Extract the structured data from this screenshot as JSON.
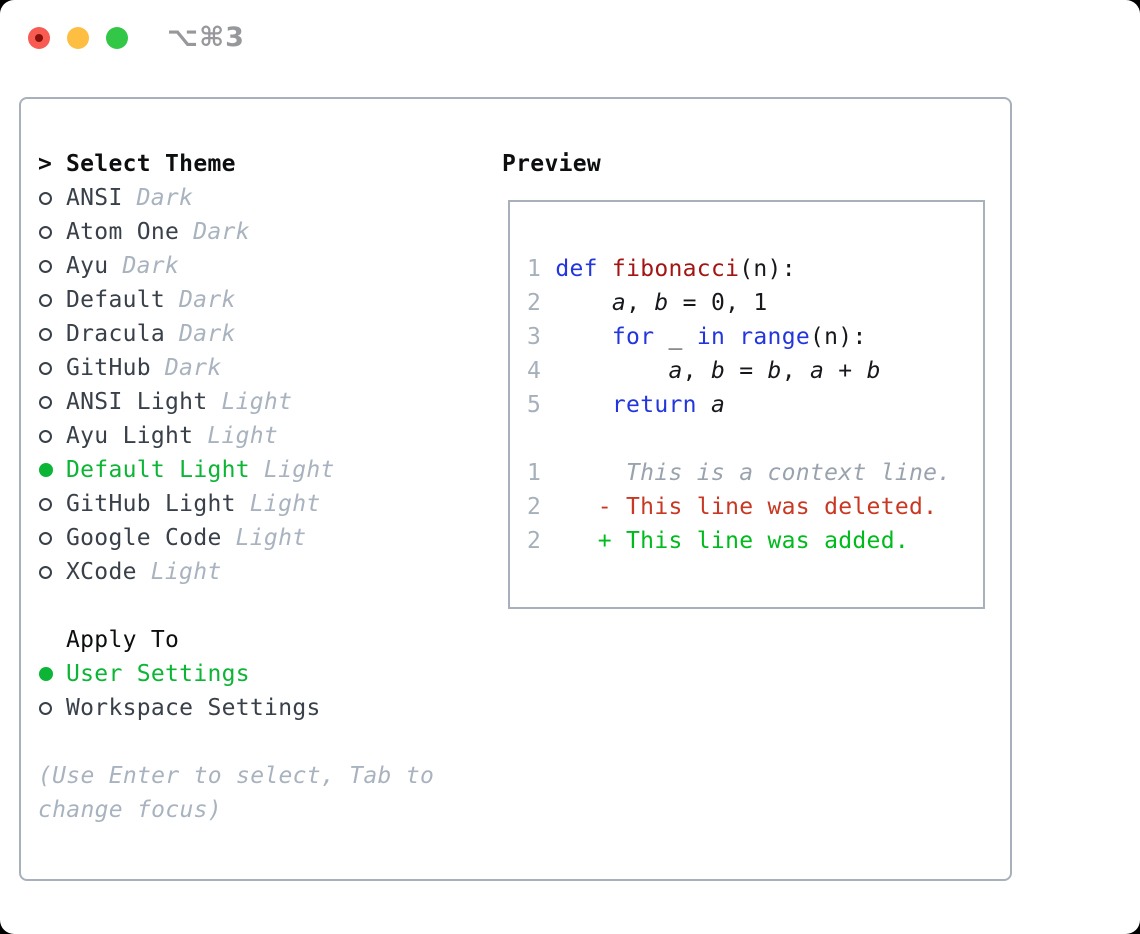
{
  "titlebar": {
    "title": "⌥⌘3"
  },
  "colors": {
    "accent_green": "#0cb535",
    "added_green": "#00bb1d",
    "deleted_red": "#c83823",
    "keyword_blue": "#2336dd",
    "function_red": "#a31515",
    "text_dark": "#394049",
    "text_black": "#0c0e10",
    "dim_gray": "#a9b3bf",
    "linenum_gray": "#a6b0bb",
    "context_gray": "#9aa3ad",
    "border_gray": "#a8b1bb",
    "title_gray": "#97989c",
    "traffic_red": "#f75b52",
    "traffic_red_dot": "#87100a",
    "traffic_yellow": "#fdbe41",
    "traffic_green": "#33c748"
  },
  "theme_list": {
    "cursor": ">",
    "header": "Select Theme",
    "themes": [
      {
        "name": "ANSI",
        "variant": "Dark",
        "selected": false
      },
      {
        "name": "Atom One",
        "variant": "Dark",
        "selected": false
      },
      {
        "name": "Ayu",
        "variant": "Dark",
        "selected": false
      },
      {
        "name": "Default",
        "variant": "Dark",
        "selected": false
      },
      {
        "name": "Dracula",
        "variant": "Dark",
        "selected": false
      },
      {
        "name": "GitHub",
        "variant": "Dark",
        "selected": false
      },
      {
        "name": "ANSI Light",
        "variant": "Light",
        "selected": false
      },
      {
        "name": "Ayu Light",
        "variant": "Light",
        "selected": false
      },
      {
        "name": "Default Light",
        "variant": "Light",
        "selected": true
      },
      {
        "name": "GitHub Light",
        "variant": "Light",
        "selected": false
      },
      {
        "name": "Google Code",
        "variant": "Light",
        "selected": false
      },
      {
        "name": "XCode",
        "variant": "Light",
        "selected": false
      }
    ]
  },
  "apply_to": {
    "label": "Apply To",
    "options": [
      {
        "name": "User Settings",
        "selected": true
      },
      {
        "name": "Workspace Settings",
        "selected": false
      }
    ]
  },
  "hint": {
    "line1": "(Use Enter to select, Tab to",
    "line2": "change focus)"
  },
  "preview": {
    "label": "Preview",
    "lines": [
      {
        "ln": "1",
        "segs": [
          {
            "c": "p",
            "t": " "
          },
          {
            "c": "kw",
            "t": "def"
          },
          {
            "c": "p",
            "t": " "
          },
          {
            "c": "fn",
            "t": "fibonacci"
          },
          {
            "c": "p",
            "t": "(n):"
          }
        ]
      },
      {
        "ln": "2",
        "segs": [
          {
            "c": "p",
            "t": "     "
          },
          {
            "c": "var",
            "t": "a"
          },
          {
            "c": "p",
            "t": ", "
          },
          {
            "c": "var",
            "t": "b"
          },
          {
            "c": "p",
            "t": " = 0, 1"
          }
        ]
      },
      {
        "ln": "3",
        "segs": [
          {
            "c": "p",
            "t": "     "
          },
          {
            "c": "kw",
            "t": "for"
          },
          {
            "c": "p",
            "t": " _ "
          },
          {
            "c": "kw",
            "t": "in"
          },
          {
            "c": "p",
            "t": " "
          },
          {
            "c": "kw",
            "t": "range"
          },
          {
            "c": "p",
            "t": "(n):"
          }
        ]
      },
      {
        "ln": "4",
        "segs": [
          {
            "c": "p",
            "t": "         "
          },
          {
            "c": "var",
            "t": "a"
          },
          {
            "c": "p",
            "t": ", "
          },
          {
            "c": "var",
            "t": "b"
          },
          {
            "c": "p",
            "t": " = "
          },
          {
            "c": "var",
            "t": "b"
          },
          {
            "c": "p",
            "t": ", "
          },
          {
            "c": "var",
            "t": "a"
          },
          {
            "c": "p",
            "t": " + "
          },
          {
            "c": "var",
            "t": "b"
          }
        ]
      },
      {
        "ln": "5",
        "segs": [
          {
            "c": "p",
            "t": "     "
          },
          {
            "c": "kw",
            "t": "return"
          },
          {
            "c": "p",
            "t": " "
          },
          {
            "c": "var",
            "t": "a"
          }
        ]
      },
      {
        "ln": "",
        "segs": []
      },
      {
        "ln": "1",
        "segs": [
          {
            "c": "ctx",
            "t": "      This is a context line."
          }
        ]
      },
      {
        "ln": "2",
        "segs": [
          {
            "c": "del",
            "t": "    - This line was deleted."
          }
        ]
      },
      {
        "ln": "2",
        "segs": [
          {
            "c": "add",
            "t": "    + This line was added."
          }
        ]
      }
    ]
  }
}
